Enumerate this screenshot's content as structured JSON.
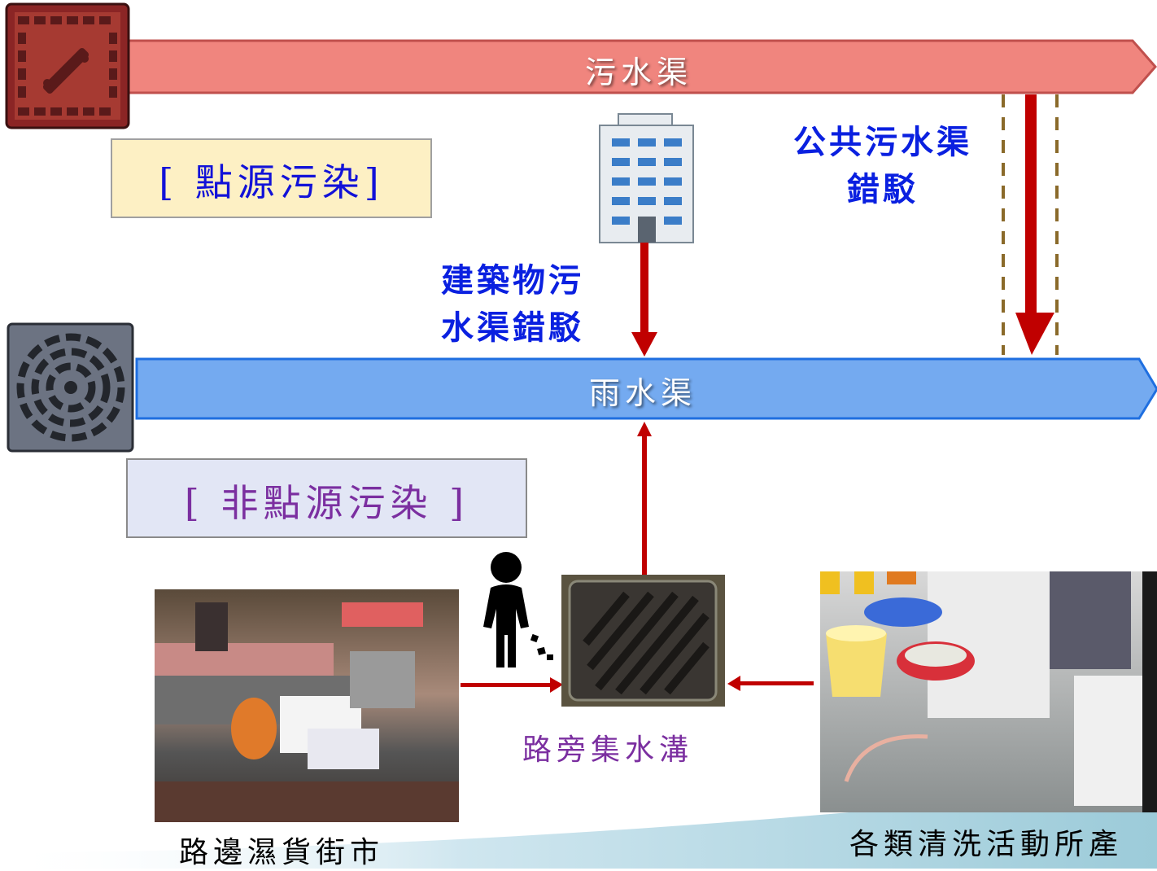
{
  "sewer": {
    "label": "污水渠",
    "color": "#f0857e"
  },
  "storm_drain": {
    "label": "雨水渠",
    "color": "#74aaf0"
  },
  "point_source": {
    "label": "[ 點源污染]",
    "text_color": "#1212d8",
    "fill": "#fdf0c4"
  },
  "non_point_source": {
    "label": "[ 非點源污染 ]",
    "text_color": "#7b2fa0",
    "fill": "#e2e6f5"
  },
  "public_misconnection": {
    "line1": "公共污水渠",
    "line2": "錯駁"
  },
  "building_misconnection": {
    "line1": "建築物污",
    "line2": "水渠錯駁"
  },
  "roadside_gully": {
    "label": "路旁集水溝",
    "color": "#7b2fa0"
  },
  "wet_market": {
    "label": "路邊濕貨街市"
  },
  "cleaning": {
    "label": "各類清洗活動所產"
  },
  "icons": [
    "sewer-manhole-icon",
    "storm-drain-grate-icon",
    "building-icon",
    "person-littering-icon"
  ],
  "colors": {
    "arrow_red": "#c00000",
    "caption_blue": "#0a20e0"
  }
}
